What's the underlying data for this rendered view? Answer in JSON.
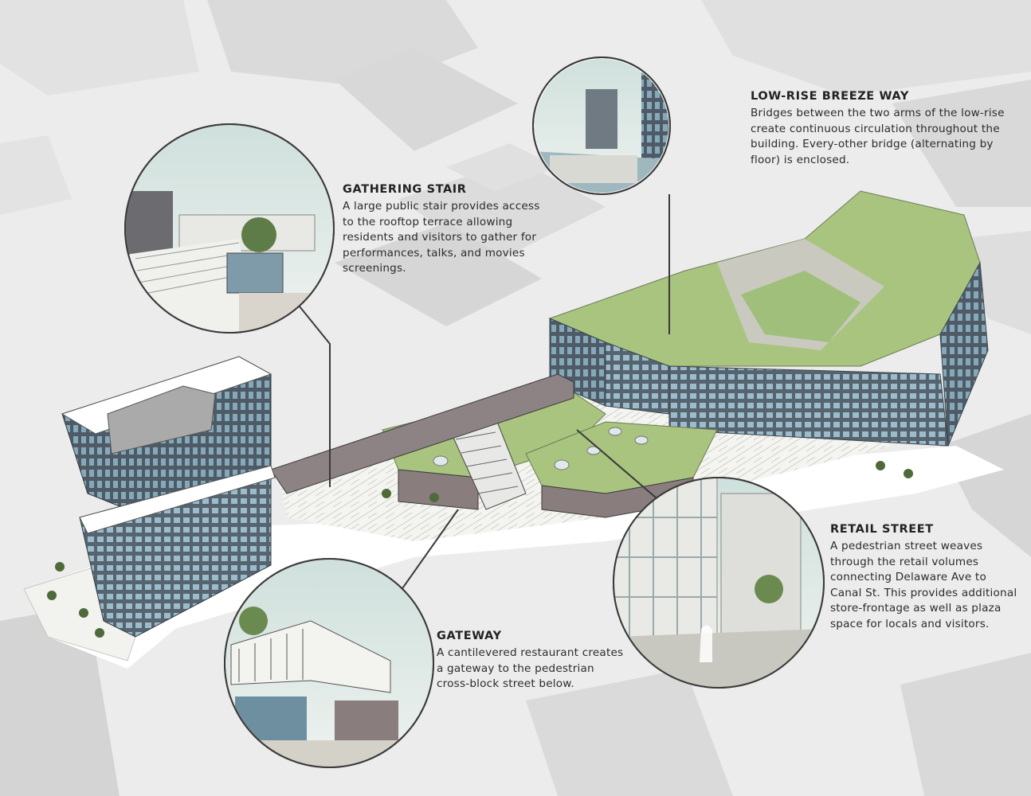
{
  "callouts": {
    "breeze_way": {
      "title": "LOW-RISE BREEZE WAY",
      "body": "Bridges between the two arms of the low-rise create continuous circulation throughout the building. Every-other bridge (alternating by floor) is enclosed."
    },
    "gathering_stair": {
      "title": "GATHERING STAIR",
      "body": "A large public stair provides access to the rooftop terrace allowing residents and visitors to gather for performances, talks, and movies screenings."
    },
    "retail_street": {
      "title": "RETAIL STREET",
      "body": "A pedestrian street weaves through the retail volumes connecting Delaware Ave to Canal St. This provides additional store-frontage as well as plaza space for locals and visitors."
    },
    "gateway": {
      "title": "GATEWAY",
      "body": "A cantilevered restaurant creates a gateway to the pedestrian cross-block street below."
    }
  },
  "colors": {
    "background": "#ececec",
    "context_building": "#dcdcdc",
    "green_roof": "#a9c47f",
    "facade": "#5d6e7a",
    "window_blue": "#8fb3c4",
    "plaza_paving": "#f3f3f0",
    "sky": "#dfe9e6",
    "leader_line": "#3a3a3a"
  }
}
